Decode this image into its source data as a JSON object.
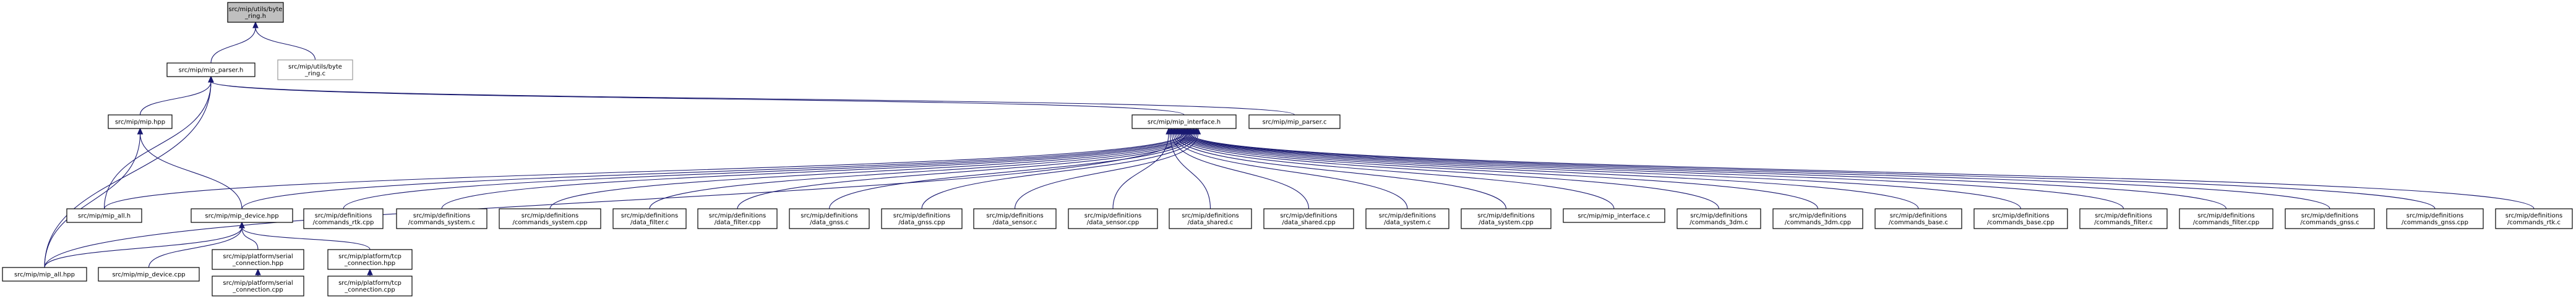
{
  "graph": {
    "nodes": [
      {
        "id": "byte_ring_h",
        "lines": [
          "src/mip/utils/byte",
          "_ring.h"
        ],
        "style": "highlight"
      },
      {
        "id": "mip_parser_h",
        "lines": [
          "src/mip/mip_parser.h"
        ],
        "style": "normal"
      },
      {
        "id": "byte_ring_c",
        "lines": [
          "src/mip/utils/byte",
          "_ring.c"
        ],
        "style": "grey"
      },
      {
        "id": "mip_hpp",
        "lines": [
          "src/mip/mip.hpp"
        ],
        "style": "normal"
      },
      {
        "id": "mip_interface_h",
        "lines": [
          "src/mip/mip_interface.h"
        ],
        "style": "normal"
      },
      {
        "id": "mip_parser_c",
        "lines": [
          "src/mip/mip_parser.c"
        ],
        "style": "normal"
      },
      {
        "id": "mip_all_h",
        "lines": [
          "src/mip/mip_all.h"
        ],
        "style": "normal"
      },
      {
        "id": "mip_device_hpp",
        "lines": [
          "src/mip/mip_device.hpp"
        ],
        "style": "normal"
      },
      {
        "id": "mip_all_hpp",
        "lines": [
          "src/mip/mip_all.hpp"
        ],
        "style": "normal"
      },
      {
        "id": "mip_device_cpp",
        "lines": [
          "src/mip/mip_device.cpp"
        ],
        "style": "normal"
      },
      {
        "id": "serial_connection_hpp",
        "lines": [
          "src/mip/platform/serial",
          "_connection.hpp"
        ],
        "style": "normal"
      },
      {
        "id": "tcp_connection_hpp",
        "lines": [
          "src/mip/platform/tcp",
          "_connection.hpp"
        ],
        "style": "normal"
      },
      {
        "id": "serial_connection_cpp",
        "lines": [
          "src/mip/platform/serial",
          "_connection.cpp"
        ],
        "style": "normal"
      },
      {
        "id": "tcp_connection_cpp",
        "lines": [
          "src/mip/platform/tcp",
          "_connection.cpp"
        ],
        "style": "normal"
      },
      {
        "id": "commands_rtk_cpp",
        "lines": [
          "src/mip/definitions",
          "/commands_rtk.cpp"
        ],
        "style": "normal"
      },
      {
        "id": "commands_system_c",
        "lines": [
          "src/mip/definitions",
          "/commands_system.c"
        ],
        "style": "normal"
      },
      {
        "id": "commands_system_cpp",
        "lines": [
          "src/mip/definitions",
          "/commands_system.cpp"
        ],
        "style": "normal"
      },
      {
        "id": "data_filter_c",
        "lines": [
          "src/mip/definitions",
          "/data_filter.c"
        ],
        "style": "normal"
      },
      {
        "id": "data_filter_cpp",
        "lines": [
          "src/mip/definitions",
          "/data_filter.cpp"
        ],
        "style": "normal"
      },
      {
        "id": "data_gnss_c",
        "lines": [
          "src/mip/definitions",
          "/data_gnss.c"
        ],
        "style": "normal"
      },
      {
        "id": "data_gnss_cpp",
        "lines": [
          "src/mip/definitions",
          "/data_gnss.cpp"
        ],
        "style": "normal"
      },
      {
        "id": "data_sensor_c",
        "lines": [
          "src/mip/definitions",
          "/data_sensor.c"
        ],
        "style": "normal"
      },
      {
        "id": "data_sensor_cpp",
        "lines": [
          "src/mip/definitions",
          "/data_sensor.cpp"
        ],
        "style": "normal"
      },
      {
        "id": "data_shared_c",
        "lines": [
          "src/mip/definitions",
          "/data_shared.c"
        ],
        "style": "normal"
      },
      {
        "id": "data_shared_cpp",
        "lines": [
          "src/mip/definitions",
          "/data_shared.cpp"
        ],
        "style": "normal"
      },
      {
        "id": "data_system_c",
        "lines": [
          "src/mip/definitions",
          "/data_system.c"
        ],
        "style": "normal"
      },
      {
        "id": "data_system_cpp",
        "lines": [
          "src/mip/definitions",
          "/data_system.cpp"
        ],
        "style": "normal"
      },
      {
        "id": "mip_interface_c",
        "lines": [
          "src/mip/mip_interface.c"
        ],
        "style": "normal"
      },
      {
        "id": "commands_3dm_c",
        "lines": [
          "src/mip/definitions",
          "/commands_3dm.c"
        ],
        "style": "normal"
      },
      {
        "id": "commands_3dm_cpp",
        "lines": [
          "src/mip/definitions",
          "/commands_3dm.cpp"
        ],
        "style": "normal"
      },
      {
        "id": "commands_base_c",
        "lines": [
          "src/mip/definitions",
          "/commands_base.c"
        ],
        "style": "normal"
      },
      {
        "id": "commands_base_cpp",
        "lines": [
          "src/mip/definitions",
          "/commands_base.cpp"
        ],
        "style": "normal"
      },
      {
        "id": "commands_filter_c",
        "lines": [
          "src/mip/definitions",
          "/commands_filter.c"
        ],
        "style": "normal"
      },
      {
        "id": "commands_filter_cpp",
        "lines": [
          "src/mip/definitions",
          "/commands_filter.cpp"
        ],
        "style": "normal"
      },
      {
        "id": "commands_gnss_c",
        "lines": [
          "src/mip/definitions",
          "/commands_gnss.c"
        ],
        "style": "normal"
      },
      {
        "id": "commands_gnss_cpp",
        "lines": [
          "src/mip/definitions",
          "/commands_gnss.cpp"
        ],
        "style": "normal"
      },
      {
        "id": "commands_rtk_c",
        "lines": [
          "src/mip/definitions",
          "/commands_rtk.c"
        ],
        "style": "normal"
      }
    ],
    "edges": [
      {
        "from": "mip_parser_h",
        "to": "byte_ring_h"
      },
      {
        "from": "byte_ring_c",
        "to": "byte_ring_h"
      },
      {
        "from": "mip_hpp",
        "to": "mip_parser_h"
      },
      {
        "from": "mip_interface_h",
        "to": "mip_parser_h"
      },
      {
        "from": "mip_parser_c",
        "to": "mip_parser_h"
      },
      {
        "from": "mip_all_h",
        "to": "mip_parser_h"
      },
      {
        "from": "mip_all_hpp",
        "to": "mip_parser_h"
      },
      {
        "from": "mip_all_hpp",
        "to": "mip_hpp"
      },
      {
        "from": "mip_device_hpp",
        "to": "mip_hpp"
      },
      {
        "from": "mip_all_h",
        "to": "mip_interface_h"
      },
      {
        "from": "mip_device_hpp",
        "to": "mip_interface_h"
      },
      {
        "from": "mip_all_hpp",
        "to": "mip_interface_h"
      },
      {
        "from": "commands_rtk_cpp",
        "to": "mip_interface_h"
      },
      {
        "from": "commands_system_c",
        "to": "mip_interface_h"
      },
      {
        "from": "commands_system_cpp",
        "to": "mip_interface_h"
      },
      {
        "from": "data_filter_c",
        "to": "mip_interface_h"
      },
      {
        "from": "data_filter_cpp",
        "to": "mip_interface_h"
      },
      {
        "from": "data_gnss_c",
        "to": "mip_interface_h"
      },
      {
        "from": "data_gnss_cpp",
        "to": "mip_interface_h"
      },
      {
        "from": "data_sensor_c",
        "to": "mip_interface_h"
      },
      {
        "from": "data_sensor_cpp",
        "to": "mip_interface_h"
      },
      {
        "from": "data_shared_c",
        "to": "mip_interface_h"
      },
      {
        "from": "data_shared_cpp",
        "to": "mip_interface_h"
      },
      {
        "from": "data_system_c",
        "to": "mip_interface_h"
      },
      {
        "from": "data_system_cpp",
        "to": "mip_interface_h"
      },
      {
        "from": "mip_interface_c",
        "to": "mip_interface_h"
      },
      {
        "from": "commands_3dm_c",
        "to": "mip_interface_h"
      },
      {
        "from": "commands_3dm_cpp",
        "to": "mip_interface_h"
      },
      {
        "from": "commands_base_c",
        "to": "mip_interface_h"
      },
      {
        "from": "commands_base_cpp",
        "to": "mip_interface_h"
      },
      {
        "from": "commands_filter_c",
        "to": "mip_interface_h"
      },
      {
        "from": "commands_filter_cpp",
        "to": "mip_interface_h"
      },
      {
        "from": "commands_gnss_c",
        "to": "mip_interface_h"
      },
      {
        "from": "commands_gnss_cpp",
        "to": "mip_interface_h"
      },
      {
        "from": "commands_rtk_c",
        "to": "mip_interface_h"
      },
      {
        "from": "mip_all_hpp",
        "to": "mip_device_hpp"
      },
      {
        "from": "mip_device_cpp",
        "to": "mip_device_hpp"
      },
      {
        "from": "serial_connection_hpp",
        "to": "mip_device_hpp"
      },
      {
        "from": "tcp_connection_hpp",
        "to": "mip_device_hpp"
      },
      {
        "from": "serial_connection_cpp",
        "to": "serial_connection_hpp"
      },
      {
        "from": "tcp_connection_cpp",
        "to": "tcp_connection_hpp"
      }
    ]
  }
}
